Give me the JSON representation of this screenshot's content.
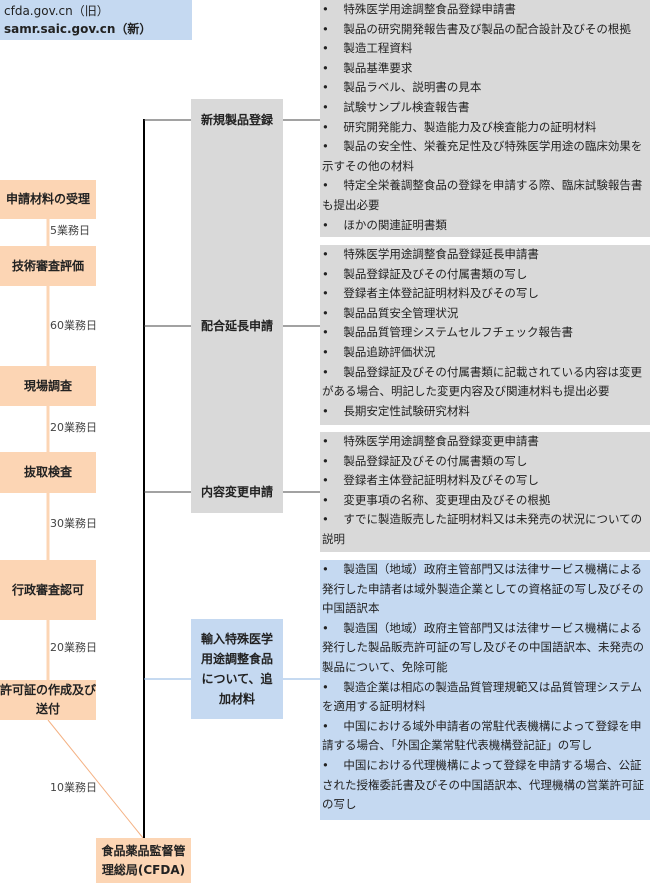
{
  "urls": {
    "old": "cfda.gov.cn（旧）",
    "new": "samr.saic.gov.cn（新）"
  },
  "steps": [
    {
      "label": "申請材料の受理"
    },
    {
      "label": "技術審査評価"
    },
    {
      "label": "現場調査"
    },
    {
      "label": "抜取検査"
    },
    {
      "label": "行政審査認可"
    },
    {
      "label": "許可証の作成及び送付"
    }
  ],
  "durations": [
    "5業務日",
    "60業務日",
    "20業務日",
    "30業務日",
    "20業務日",
    "10業務日"
  ],
  "authority": "食品薬品監督管理総局(CFDA)",
  "categories": [
    {
      "label": "新規製品登録",
      "items": [
        "特殊医学用途調整食品登録申請書",
        "製品の研究開発報告書及び製品の配合設計及びその根拠",
        "製造工程資料",
        "製品基準要求",
        "製品ラベル、説明書の見本",
        "試験サンプル検査報告書",
        "研究開発能力、製造能力及び検査能力の証明材料",
        "製品の安全性、栄養充足性及び特殊医学用途の臨床効果を示すその他の材料",
        "特定全栄養調整食品の登録を申請する際、臨床試験報告書も提出必要",
        "ほかの関連証明書類"
      ]
    },
    {
      "label": "配合延長申請",
      "items": [
        "特殊医学用途調整食品登録延長申請書",
        "製品登録証及びその付属書類の写し",
        "登録者主体登記証明材料及びその写し",
        "製品品質安全管理状況",
        "製品品質管理システムセルフチェック報告書",
        "製品追跡評価状況",
        "製品登録証及びその付属書類に記載されている内容は変更がある場合、明記した変更内容及び関連材料も提出必要",
        "長期安定性試験研究材料"
      ]
    },
    {
      "label": "内容変更申請",
      "items": [
        "特殊医学用途調整食品登録変更申請書",
        "製品登録証及びその付属書類の写し",
        "登録者主体登記証明材料及びその写し",
        "変更事項の名称、変更理由及びその根拠",
        "すでに製造販売した証明材料又は未発売の状況についての説明"
      ]
    },
    {
      "label": "輸入特殊医学用途調整食品について、追加材料",
      "items": [
        "製造国（地域）政府主管部門又は法律サービス機構による発行した申請者は域外製造企業としての資格証の写し及びその中国語訳本",
        "製造国（地域）政府主管部門又は法律サービス機構による発行した製品販売許可証の写し及びその中国語訳本、未発売の製品について、免除可能",
        "製造企業は相応の製造品質管理規範又は品質管理システムを適用する証明材料",
        "中国における域外申請者の常駐代表機構によって登録を申請する場合、「外国企業常駐代表機構登記証」の写し",
        "中国における代理機構によって登録を申請する場合、公証された授権委託書及びその中国語訳本、代理機構の営業許可証の写し"
      ]
    }
  ],
  "colors": {
    "orange": "#fcd5b4",
    "gray": "#d9d9d9",
    "blue": "#c5d9f1"
  }
}
